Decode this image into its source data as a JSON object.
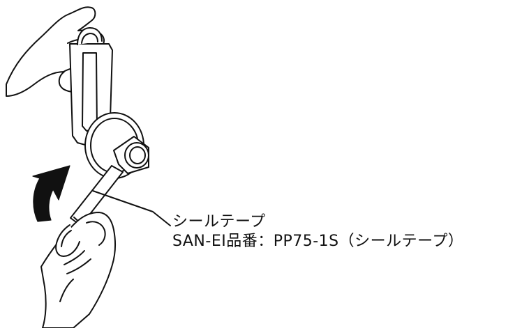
{
  "diagram": {
    "labels": {
      "primary": "シールテープ",
      "secondary": "SAN-EI品番：PP75-1S（シールテープ）"
    },
    "colors": {
      "line": "#111111",
      "fill": "#ffffff"
    },
    "elements": {
      "rotation": "arrow",
      "item": "seal-tape"
    }
  }
}
